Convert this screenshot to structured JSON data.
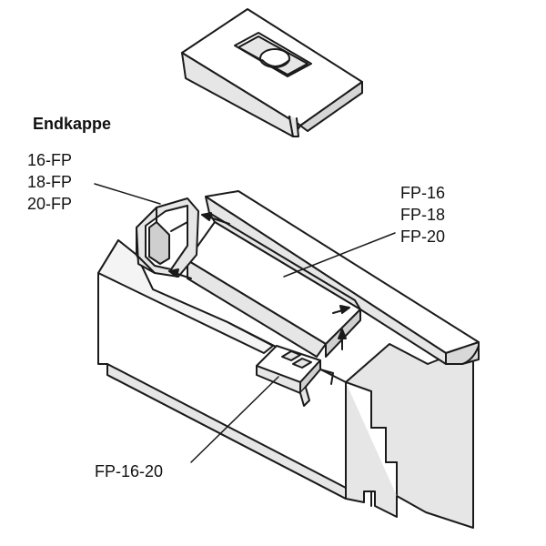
{
  "diagram": {
    "title": "Endkappe",
    "endcap_labels": [
      "16-FP",
      "18-FP",
      "20-FP"
    ],
    "plate_labels": [
      "FP-16",
      "FP-18",
      "FP-20"
    ],
    "clip_label": "FP-16-20",
    "colors": {
      "line": "#1a1a1a",
      "face_light": "#ffffff",
      "face_gray": "#e6e6e6",
      "face_mid": "#cfcfcf"
    }
  }
}
